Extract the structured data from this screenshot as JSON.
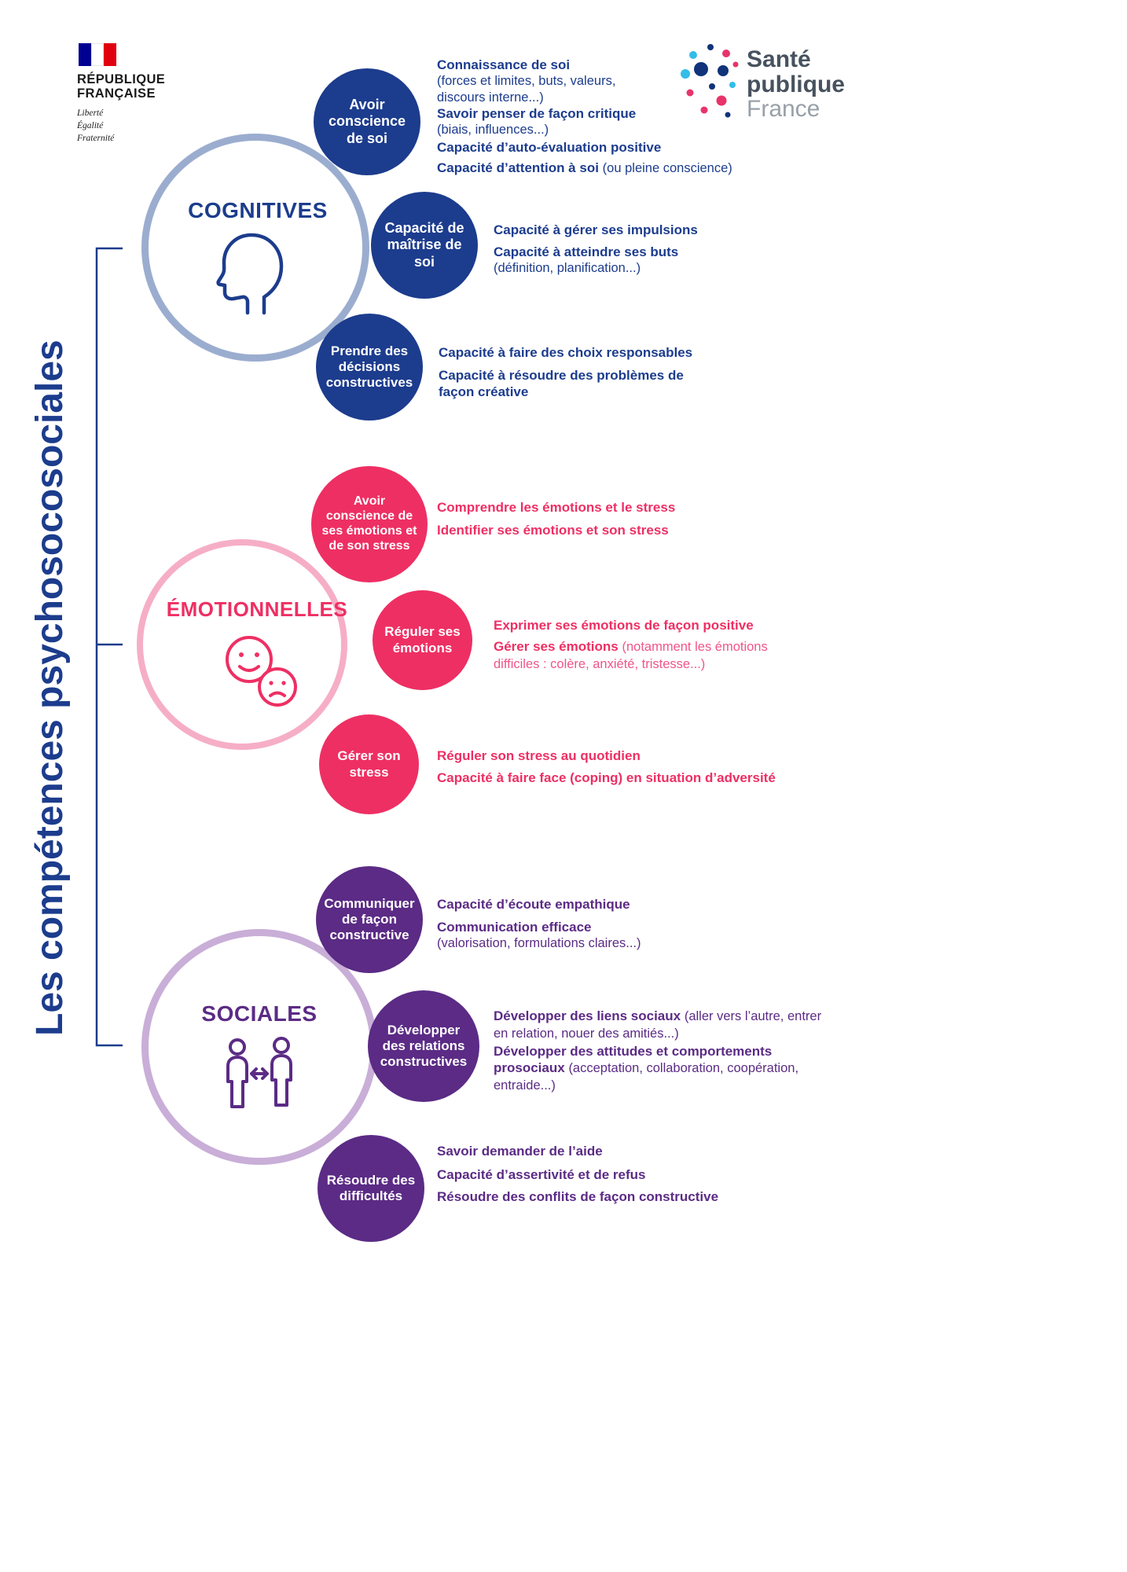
{
  "page": {
    "vertical_title": "Les compétences psychosocosociales"
  },
  "logo_rf": {
    "name_line1": "RÉPUBLIQUE",
    "name_line2": "FRANÇAISE",
    "motto_line1": "Liberté",
    "motto_line2": "Égalité",
    "motto_line3": "Fraternité"
  },
  "logo_spf": {
    "word1": "Santé",
    "word2": "publique",
    "word3": "France"
  },
  "colors": {
    "cognitives": "#1c3c8d",
    "cognitives_ring": "#9badcf",
    "emotionnelles": "#ee2f63",
    "emotionnelles_ring": "#f6aec7",
    "sociales": "#5b2b85",
    "sociales_ring": "#c9aed8",
    "flag_blue": "#000091",
    "flag_red": "#e1000f"
  },
  "sections": [
    {
      "label": "COGNITIVES",
      "bubbles": [
        {
          "label": "Avoir conscience de soi"
        },
        {
          "label": "Capacité de maîtrise de soi"
        },
        {
          "label": "Prendre des décisions constructives"
        }
      ],
      "texts": [
        {
          "bold": "Connaissance de soi",
          "regular": "(forces et limites, buts, valeurs, discours interne...)"
        },
        {
          "bold": "Savoir penser de façon critique",
          "regular": "(biais, influences...)"
        },
        {
          "bold": "Capacité d’auto-évaluation positive",
          "regular": ""
        },
        {
          "bold": "Capacité d’attention à soi",
          "regular": "(ou pleine conscience)"
        },
        {
          "bold": "Capacité à gérer ses impulsions",
          "regular": ""
        },
        {
          "bold": "Capacité à atteindre ses buts",
          "regular": "(définition, planification...)"
        },
        {
          "bold": "Capacité à faire des choix responsables",
          "regular": ""
        },
        {
          "bold": "Capacité à résoudre des problèmes de façon créative",
          "regular": ""
        }
      ]
    },
    {
      "label": "ÉMOTIONNELLES",
      "bubbles": [
        {
          "label": "Avoir conscience de ses émotions et de son stress"
        },
        {
          "label": "Réguler ses émotions"
        },
        {
          "label": "Gérer son stress"
        }
      ],
      "texts": [
        {
          "bold": "Comprendre les émotions et le stress",
          "regular": ""
        },
        {
          "bold": "Identifier ses émotions et son stress",
          "regular": ""
        },
        {
          "bold": "Exprimer ses émotions de façon positive",
          "regular": ""
        },
        {
          "bold": "Gérer ses émotions",
          "regular": "(notamment les émotions difficiles : colère, anxiété, tristesse...)"
        },
        {
          "bold": "Réguler son stress au quotidien",
          "regular": ""
        },
        {
          "bold": "Capacité à faire face (coping) en situation d’adversité",
          "regular": ""
        }
      ]
    },
    {
      "label": "SOCIALES",
      "bubbles": [
        {
          "label": "Communiquer de façon constructive"
        },
        {
          "label": "Développer des relations constructives"
        },
        {
          "label": "Résoudre des difficultés"
        }
      ],
      "texts": [
        {
          "bold": "Capacité d’écoute empathique",
          "regular": ""
        },
        {
          "bold": "Communication efficace",
          "regular": "(valorisation, formulations claires...)"
        },
        {
          "bold": "Développer des liens sociaux",
          "regular": "(aller vers l’autre, entrer en relation, nouer des amitiés...)"
        },
        {
          "bold": "Développer des attitudes et comportements prosociaux",
          "regular": "(acceptation, collaboration, coopération, entraide...)"
        },
        {
          "bold": "Savoir demander de l’aide",
          "regular": ""
        },
        {
          "bold": "Capacité d’assertivité et de refus",
          "regular": ""
        },
        {
          "bold": "Résoudre des conflits de façon constructive",
          "regular": ""
        }
      ]
    }
  ]
}
